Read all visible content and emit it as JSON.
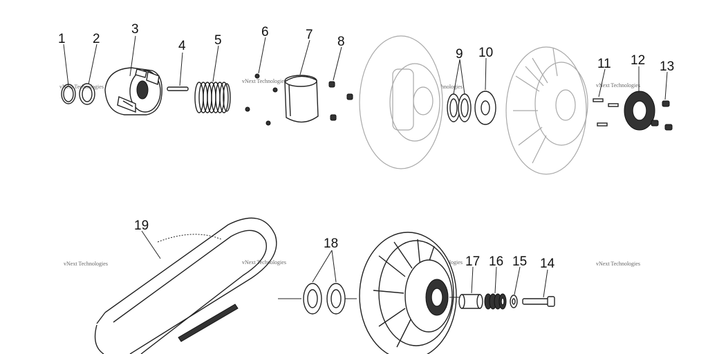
{
  "diagram": {
    "callouts": [
      "1",
      "2",
      "3",
      "4",
      "5",
      "6",
      "7",
      "8",
      "9",
      "10",
      "11",
      "12",
      "13",
      "14",
      "15",
      "16",
      "17",
      "18",
      "19"
    ],
    "watermark": "vNext Technologies"
  },
  "colors": {
    "line": "#222222",
    "ghost_part": "#a8a8a8",
    "background": "#ffffff"
  }
}
